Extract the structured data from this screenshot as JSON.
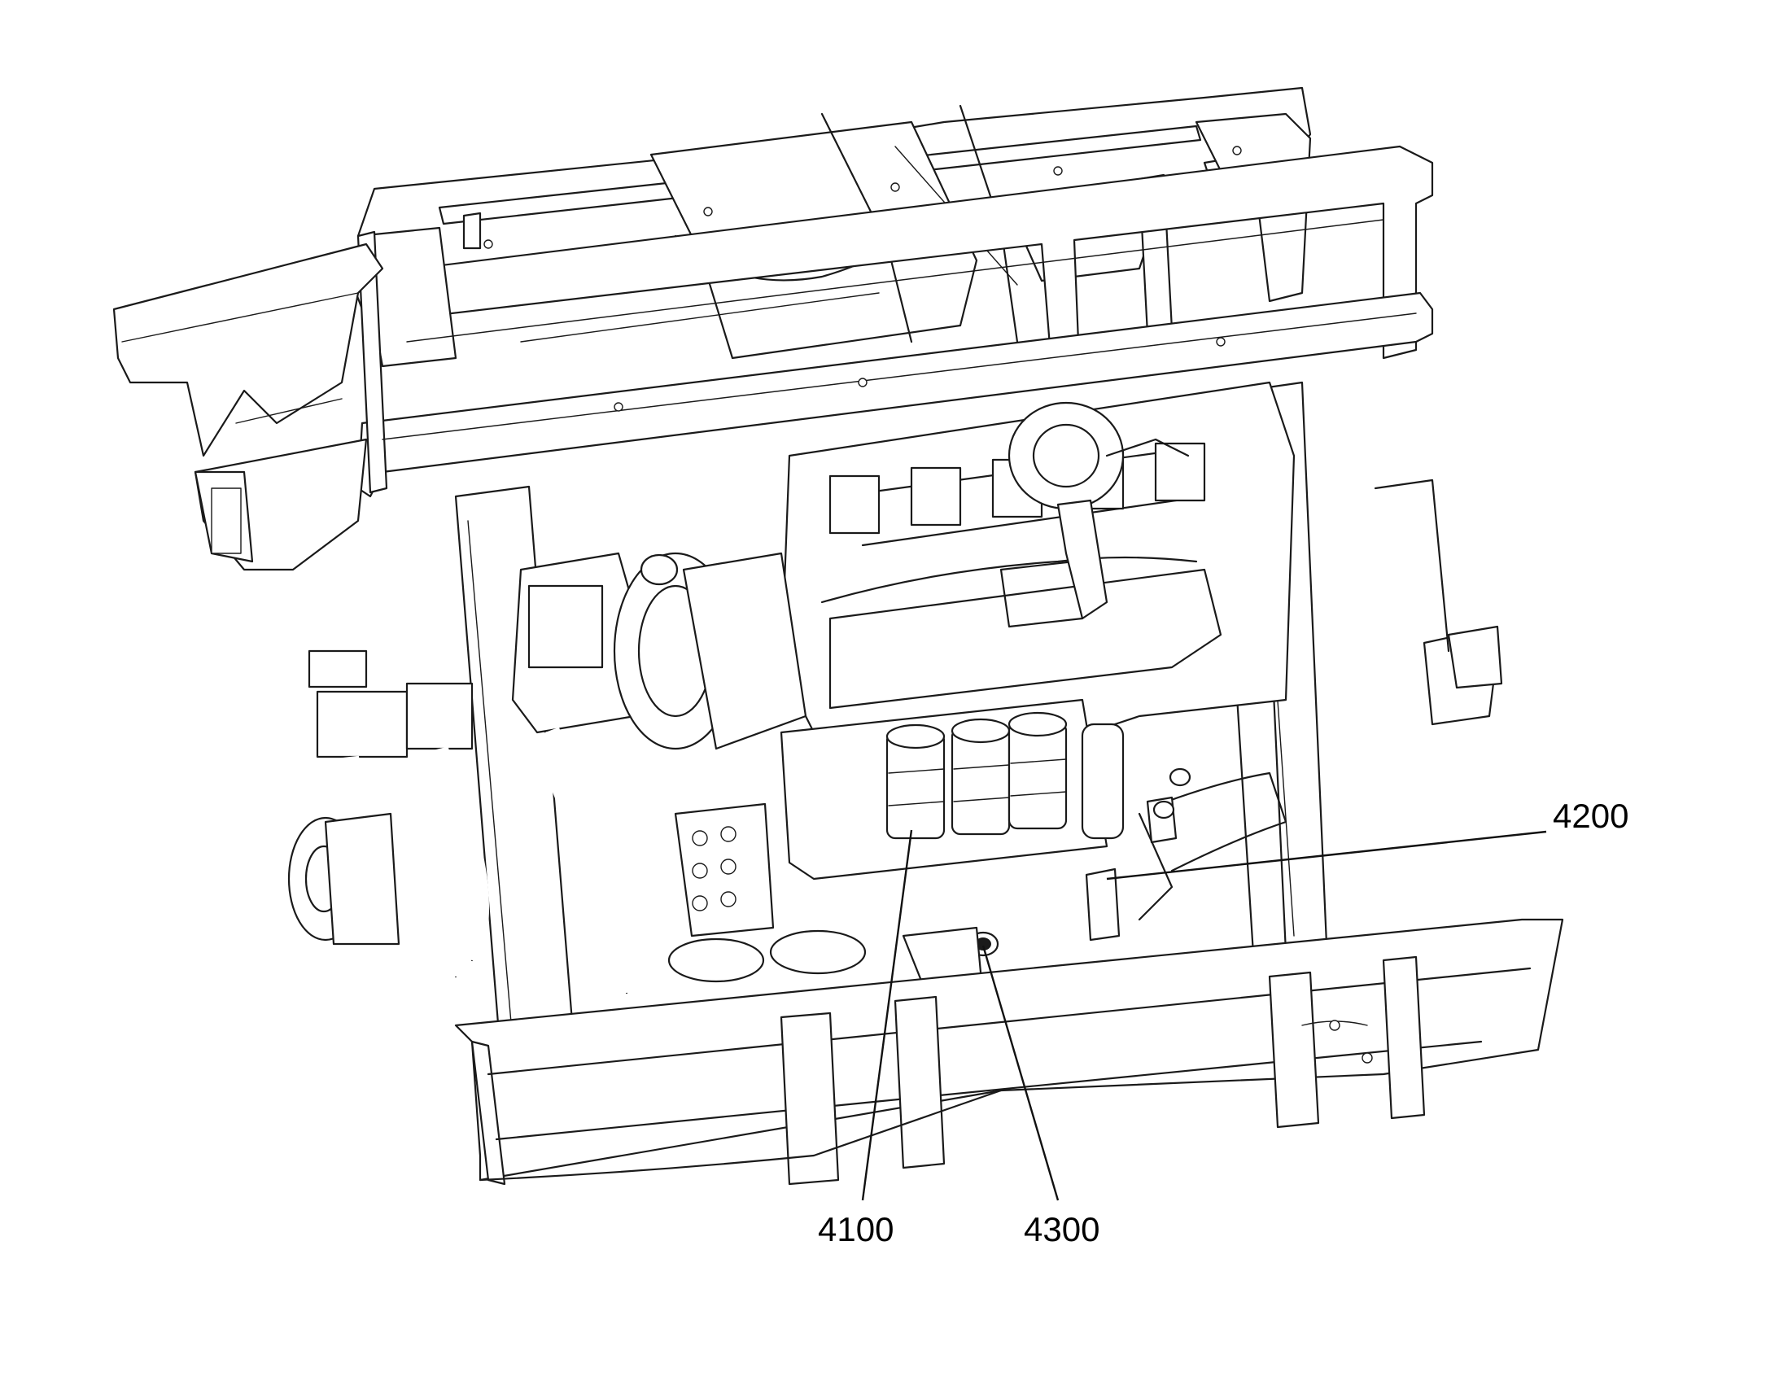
{
  "figure": {
    "callouts": [
      {
        "id": "c4100",
        "label": "4100"
      },
      {
        "id": "c4200",
        "label": "4200"
      },
      {
        "id": "c4300",
        "label": "4300"
      }
    ]
  },
  "colors": {
    "line": "#1a1a1a",
    "background": "#ffffff"
  }
}
